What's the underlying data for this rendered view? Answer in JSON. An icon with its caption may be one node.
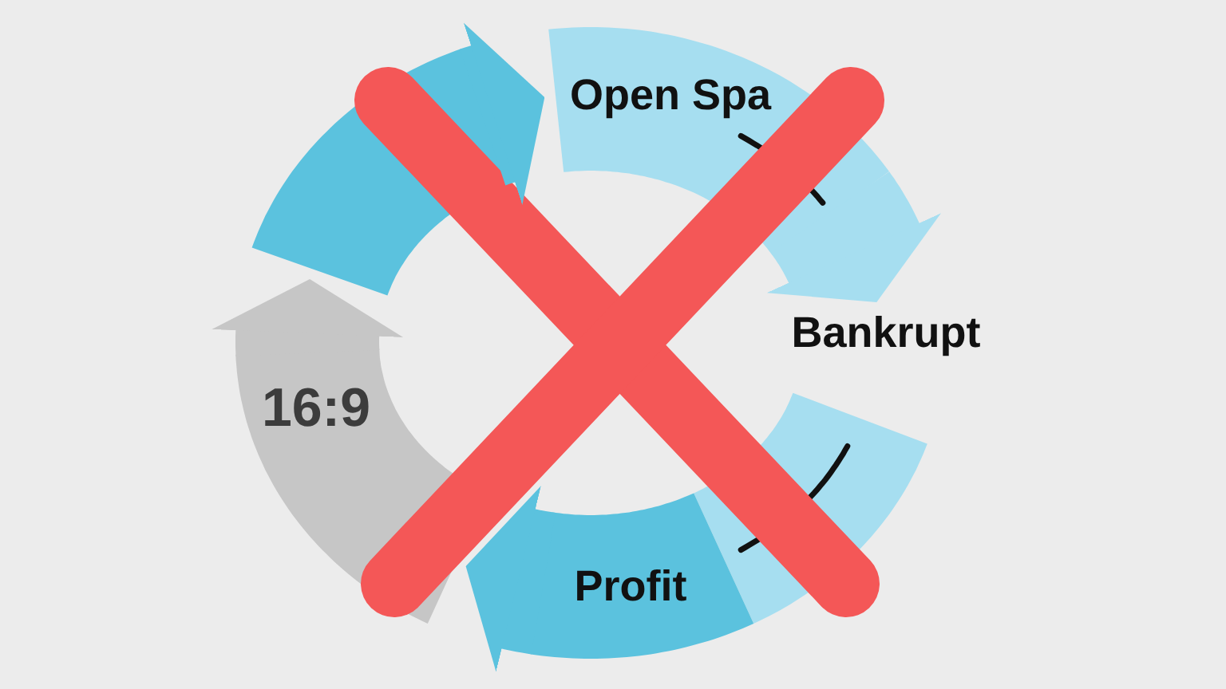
{
  "diagram": {
    "nodes": [
      {
        "text": [
          "Open Spa"
        ]
      },
      {
        "text": [
          "Bankrupt"
        ]
      },
      {
        "text": [],
        "shape": "arc"
      },
      {
        "text": [
          "Profit"
        ]
      },
      {
        "text": [
          "16:9"
        ]
      },
      {
        "text": [],
        "shape": "arc"
      }
    ],
    "edges": [
      {
        "from": 0,
        "to": 1,
        "arrow": "to",
        "color": "#a6def0"
      },
      {
        "from": 3,
        "to": 4,
        "arrow": "to"
      },
      {
        "from": 4,
        "to": 5,
        "arrow": "to",
        "color": "#c6c6c6"
      },
      {
        "from": 5,
        "to": 0,
        "arrow": "to"
      }
    ]
  }
}
